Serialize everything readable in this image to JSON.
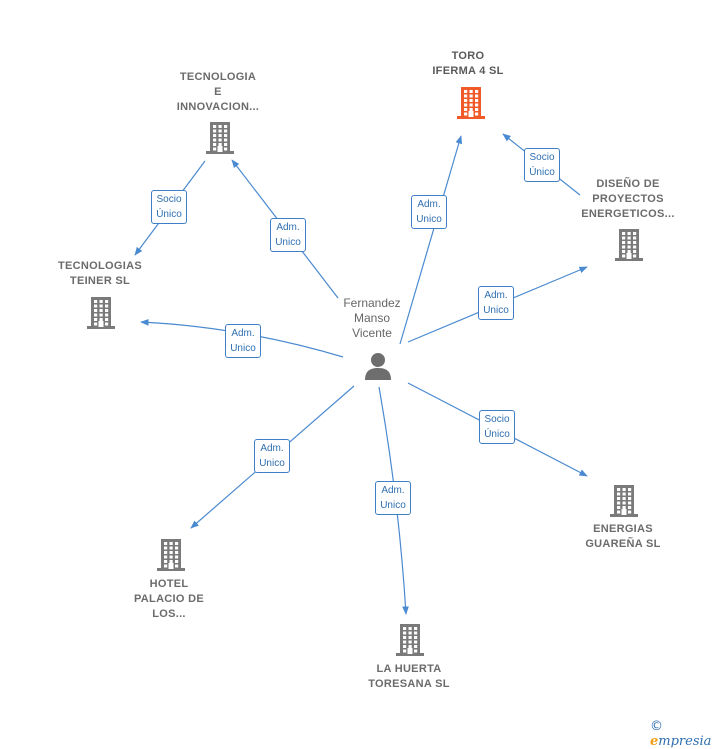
{
  "colors": {
    "company": "#7a7a7a",
    "highlight": "#f05a28",
    "edge": "#4a8ad0",
    "person": "#6e6e6e"
  },
  "center": {
    "name": "Fernandez\nManso\nVicente",
    "icon": "person-icon"
  },
  "nodes": [
    {
      "id": "toro",
      "name": "TORO\nIFERMA 4  SL",
      "icon": "building-icon",
      "highlight": true
    },
    {
      "id": "tecnologia",
      "name": "TECNOLOGIA\nE\nINNOVACION...",
      "icon": "building-icon"
    },
    {
      "id": "teiner",
      "name": "TECNOLOGIAS\nTEINER  SL",
      "icon": "building-icon"
    },
    {
      "id": "diseno",
      "name": "DISEÑO DE\nPROYECTOS\nENERGETICOS...",
      "icon": "building-icon"
    },
    {
      "id": "energias",
      "name": "ENERGIAS\nGUAREÑA  SL",
      "icon": "building-icon"
    },
    {
      "id": "hotel",
      "name": "HOTEL\nPALACIO DE\nLOS...",
      "icon": "building-icon"
    },
    {
      "id": "huerta",
      "name": "LA HUERTA\nTORESANA  SL",
      "icon": "building-icon"
    }
  ],
  "edges": [
    {
      "from": "center",
      "to": "toro",
      "label": "Adm.\nUnico"
    },
    {
      "from": "center",
      "to": "tecnologia",
      "label": "Adm.\nUnico"
    },
    {
      "from": "tecnologia",
      "to": "teiner",
      "label": "Socio\nÚnico"
    },
    {
      "from": "diseno",
      "to": "toro",
      "label": "Socio\nÚnico"
    },
    {
      "from": "center",
      "to": "diseno",
      "label": "Adm.\nUnico"
    },
    {
      "from": "center",
      "to": "teiner",
      "label": "Adm.\nUnico"
    },
    {
      "from": "center",
      "to": "energias",
      "label": "Socio\nÚnico"
    },
    {
      "from": "center",
      "to": "hotel",
      "label": "Adm.\nUnico"
    },
    {
      "from": "center",
      "to": "huerta",
      "label": "Adm.\nUnico"
    }
  ],
  "footer": {
    "copyright": "©",
    "brand_initial": "e",
    "brand_rest": "mpresia"
  }
}
